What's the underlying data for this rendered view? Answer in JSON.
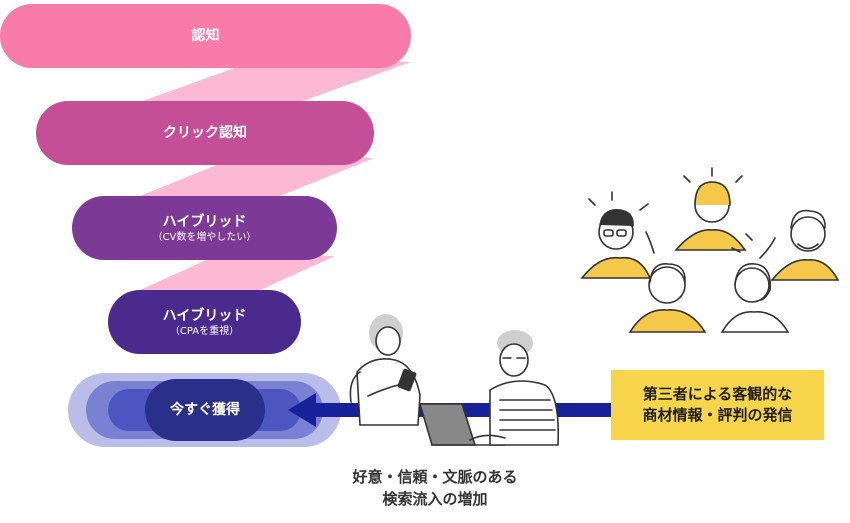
{
  "funnel": {
    "stages": [
      {
        "label": "認知",
        "sub": ""
      },
      {
        "label": "クリック認知",
        "sub": ""
      },
      {
        "label": "ハイブリッド",
        "sub": "（CV数を増やしたい）"
      },
      {
        "label": "ハイブリッド",
        "sub": "（CPAを重視）"
      }
    ],
    "target": {
      "label": "今すぐ獲得"
    }
  },
  "badge": {
    "line1": "第三者による客観的な",
    "line2": "商材情報・評判の発信"
  },
  "caption": {
    "line1": "好意・信頼・文脈のある",
    "line2": "検索流入の増加"
  },
  "colors": {
    "stage1": "#f97ca8",
    "stage2": "#c44f96",
    "stage3": "#7c3a96",
    "stage4": "#4a2a8c",
    "target": "#2a2f8a",
    "ring_outer": "#b9bde8",
    "ring_mid": "#7a80d2",
    "ring_inner": "#4c55c0",
    "ribbon": "#fbb9d4",
    "arrow": "#16219a",
    "badge": "#f7d54a",
    "people_accent": "#f5c84a"
  },
  "icons": [
    "arrow-left-icon",
    "people-group-illustration",
    "people-working-illustration"
  ]
}
